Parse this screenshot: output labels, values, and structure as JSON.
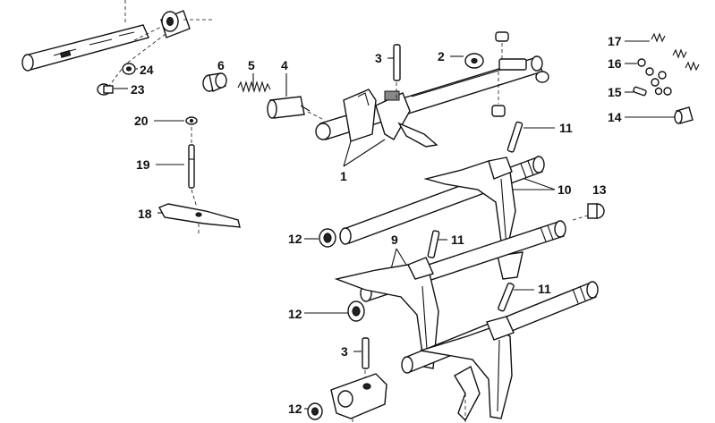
{
  "callouts": {
    "c1": "1",
    "c2": "2",
    "c3a": "3",
    "c3b": "3",
    "c4": "4",
    "c5": "5",
    "c6": "6",
    "c9": "9",
    "c10": "10",
    "c11a": "11",
    "c11b": "11",
    "c11c": "11",
    "c12a": "12",
    "c12b": "12",
    "c12c": "12",
    "c13": "13",
    "c14": "14",
    "c15": "15",
    "c16": "16",
    "c17": "17",
    "c18": "18",
    "c19": "19",
    "c20": "20",
    "c23": "23",
    "c24": "24"
  }
}
